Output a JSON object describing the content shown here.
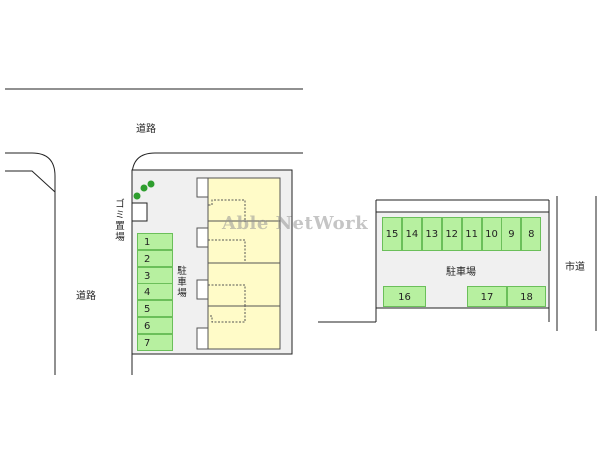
{
  "watermark": "Able NetWork",
  "roads": {
    "top": "道路",
    "left": "道路",
    "right": "市道"
  },
  "labels": {
    "garbage": "ゴミ置場",
    "parking_main": "駐車場",
    "parking_east": "駐車場"
  },
  "colors": {
    "stall_fill": "#b7f0a0",
    "stall_border": "#6bbf5a",
    "building_fill": "#fffbc8",
    "ground": "#f0f0f0",
    "tree": "#2e9e2e"
  },
  "left_stalls": [
    "1",
    "2",
    "3",
    "4",
    "5",
    "6",
    "7"
  ],
  "east_top_stalls": [
    "15",
    "14",
    "13",
    "12",
    "11",
    "10",
    "9",
    "8"
  ],
  "east_bottom_stalls": [
    "16",
    "17",
    "18"
  ]
}
